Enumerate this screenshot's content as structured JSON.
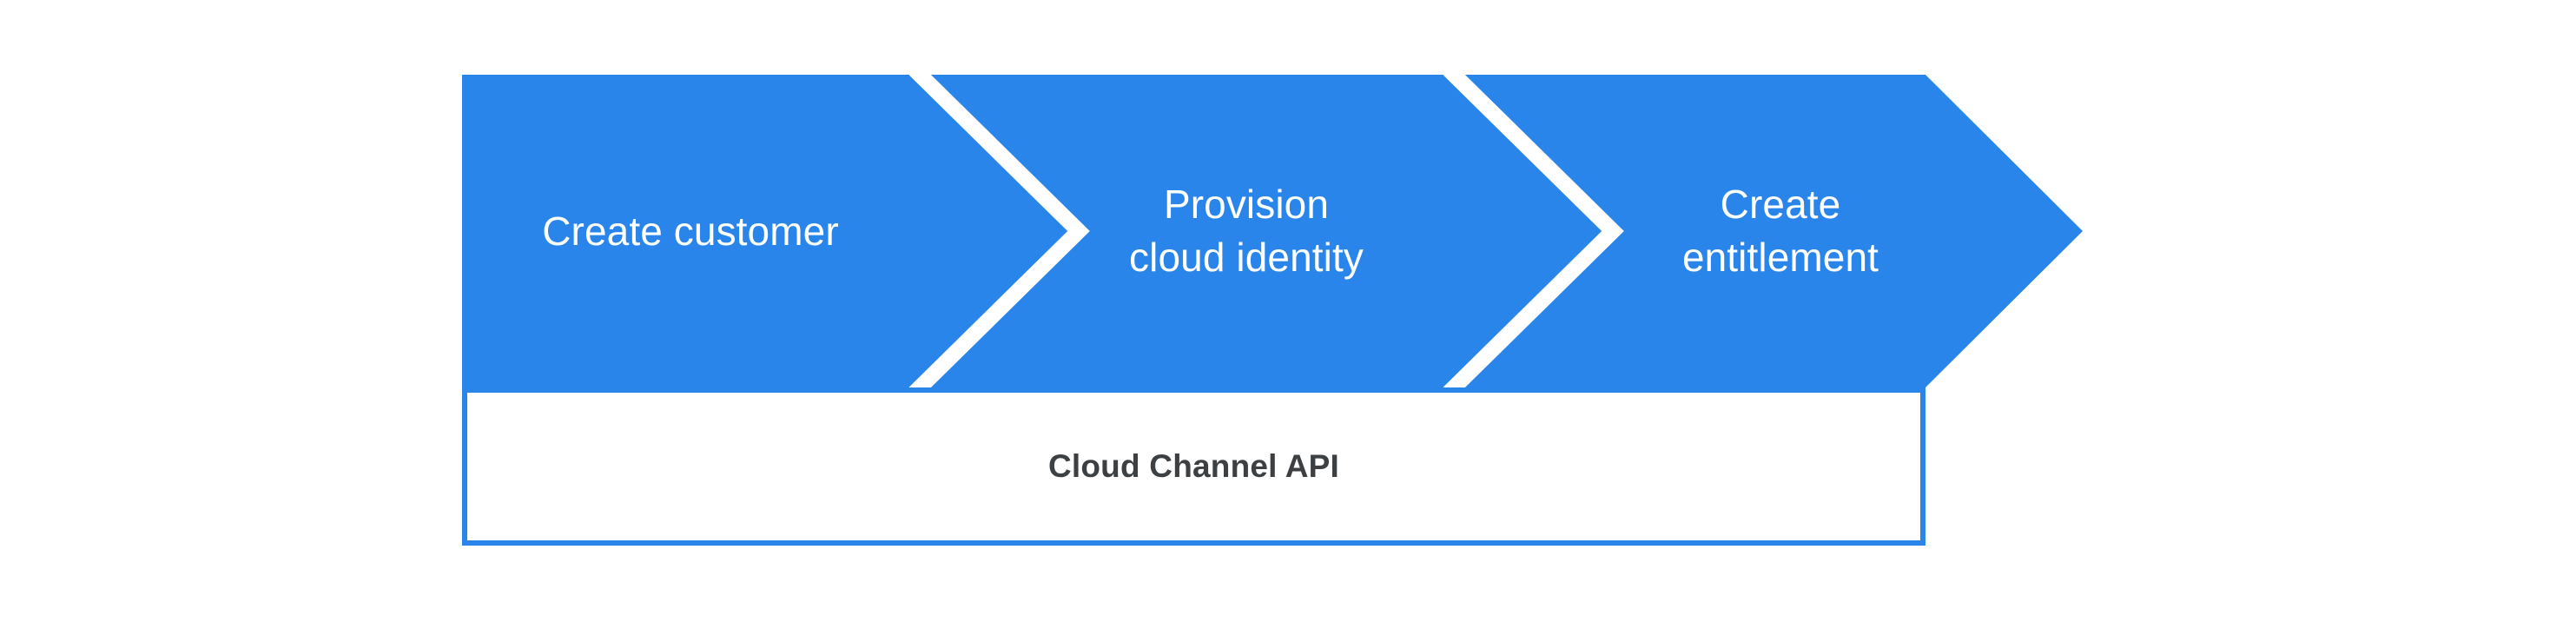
{
  "diagram": {
    "title_text": "",
    "background_color": "#ffffff",
    "accent_color": "#2a85ea",
    "stage_text_color": "#ffffff",
    "api_text_color": "#3c4043",
    "stages": [
      {
        "id": "create-customer",
        "label": "Create customer"
      },
      {
        "id": "provision-cloud-identity",
        "label": "Provision\ncloud identity"
      },
      {
        "id": "create-entitlement",
        "label": "Create\nentitlement"
      }
    ],
    "api_bar": {
      "label": "Cloud Channel API"
    }
  },
  "chart_data": {
    "type": "diagram",
    "subtype": "chevron-process-flow",
    "title": "",
    "steps": [
      "Create customer",
      "Provision cloud identity",
      "Create entitlement"
    ],
    "footer_band": "Cloud Channel API",
    "colors": {
      "band": "#2a85ea",
      "separator": "#ffffff",
      "footer_border": "#2a85ea",
      "footer_fill": "#ffffff"
    }
  }
}
